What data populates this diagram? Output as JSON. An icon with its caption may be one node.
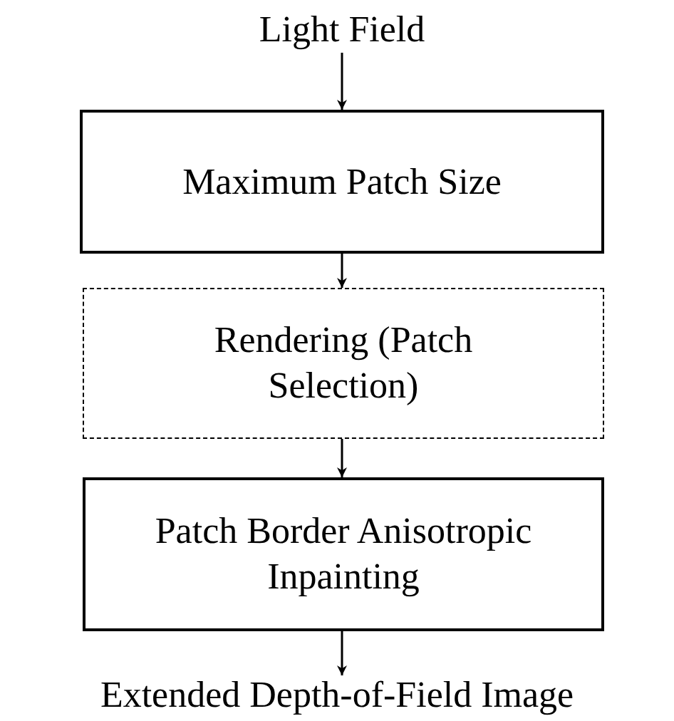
{
  "diagram": {
    "nodes": [
      {
        "text": [
          "Light Field"
        ]
      },
      {
        "text": [
          "Maximum Patch Size"
        ]
      },
      {
        "text": [
          "Rendering (Patch Selection)"
        ]
      },
      {
        "text": [
          "Patch Border Anisotropic Inpainting"
        ]
      },
      {
        "text": [
          "Extended Depth-of-Field Image"
        ]
      }
    ],
    "edges": [
      {
        "from": 0,
        "to": 1,
        "arrow": "to"
      },
      {
        "from": 1,
        "to": 2,
        "arrow": "to"
      },
      {
        "from": 2,
        "to": 3,
        "arrow": "to"
      },
      {
        "from": 3,
        "to": 4,
        "arrow": "to"
      }
    ]
  }
}
